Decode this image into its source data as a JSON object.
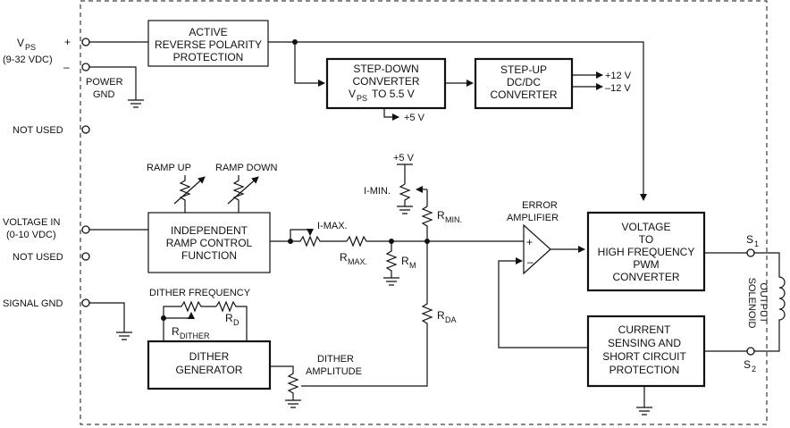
{
  "terminals": {
    "vps": {
      "label": "V",
      "sub": "PS",
      "range": "(9-32 VDC)",
      "plus": "+",
      "minus": "–"
    },
    "power_gnd": [
      "POWER",
      "GND"
    ],
    "not_used": "NOT USED",
    "voltage_in": [
      "VOLTAGE IN",
      "(0-10 VDC)"
    ],
    "signal_gnd": "SIGNAL GND"
  },
  "blocks": {
    "reverse_polarity": [
      "ACTIVE",
      "REVERSE POLARITY",
      "PROTECTION"
    ],
    "step_down": [
      "STEP-DOWN",
      "CONVERTER",
      "V",
      "PS",
      "TO 5.5 V"
    ],
    "step_up": [
      "STEP-UP",
      "DC/DC",
      "CONVERTER"
    ],
    "ramp_control": [
      "INDEPENDENT",
      "RAMP CONTROL",
      "FUNCTION"
    ],
    "dither_generator": [
      "DITHER",
      "GENERATOR"
    ],
    "pwm_converter": [
      "VOLTAGE",
      "TO",
      "HIGH FREQUENCY",
      "PWM",
      "CONVERTER"
    ],
    "current_sensing": [
      "CURRENT",
      "SENSING AND",
      "SHORT CIRCUIT",
      "PROTECTION"
    ]
  },
  "labels": {
    "plus_12v": "+12 V",
    "minus_12v": "–12 V",
    "plus_5v_out": "+5 V",
    "plus_5v_in": "+5 V",
    "ramp_up": "RAMP UP",
    "ramp_down": "RAMP DOWN",
    "i_max": "I-MAX.",
    "i_min": "I-MIN.",
    "r_max": "R",
    "r_max_sub": "MAX.",
    "r_min": "R",
    "r_min_sub": "MIN.",
    "r_m": "R",
    "r_m_sub": "M",
    "r_da": "R",
    "r_da_sub": "DA",
    "error_amp": [
      "ERROR",
      "AMPLIFIER"
    ],
    "opamp_plus": "+",
    "opamp_minus": "–",
    "dither_freq": "DITHER FREQUENCY",
    "r_dither": "R",
    "r_dither_sub": "DITHER",
    "r_d": "R",
    "r_d_sub": "D",
    "dither_amp": [
      "DITHER",
      "AMPLITUDE"
    ],
    "s1": "S",
    "s1_sub": "1",
    "s2": "S",
    "s2_sub": "2",
    "solenoid": [
      "SOLENOID",
      "OUTPUT"
    ]
  }
}
